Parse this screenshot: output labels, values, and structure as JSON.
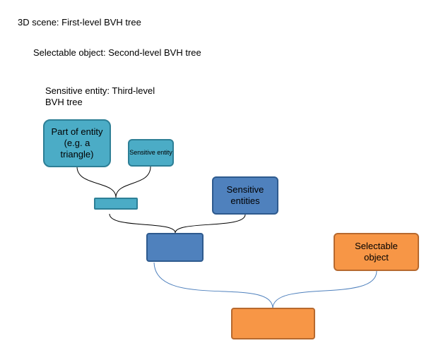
{
  "scene": {
    "title": "3D scene: First-level BVH tree",
    "selectable_object_title": "Selectable object: Second-level BVH tree",
    "sensitive_entity_title": "Sensitive entity: Third-level BVH tree",
    "part_of_entity": "Part of entity (e.g. a triangle)",
    "sensitive_entity_small": "Sensitive entity",
    "sensitive_entities": "Sensitive entities",
    "selectable_object": "Selectable object"
  },
  "colors": {
    "scene_fill": "#9bbb59",
    "scene_border": "#78923f",
    "orange_fill": "#f79646",
    "orange_border": "#b7692e",
    "blue_fill": "#4f81bd",
    "blue_border": "#2e5a8e",
    "teal_fill": "#4bacc6",
    "teal_border": "#2d7f96",
    "connector_dark": "#000000",
    "connector_blue": "#4f81bd"
  }
}
